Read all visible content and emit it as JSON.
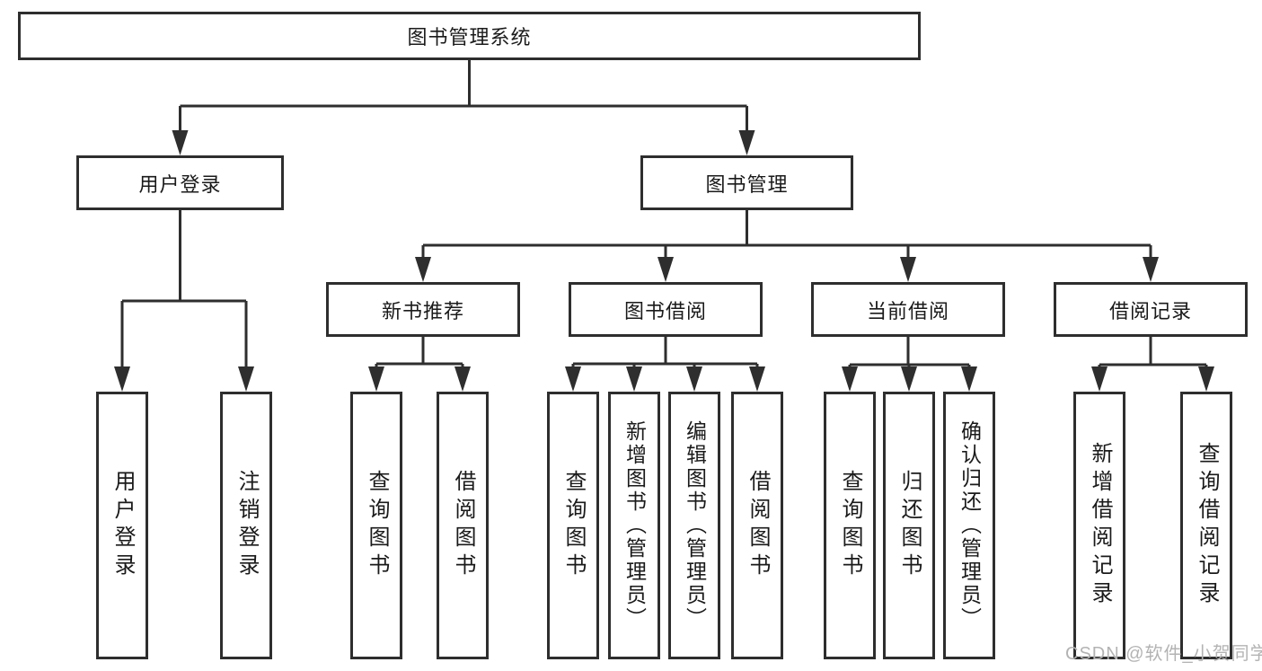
{
  "colors": {
    "line": "#2e2e2e",
    "box_border": "#2e2e2e",
    "box_fill": "#ffffff",
    "text": "#1a1a1a",
    "watermark": "#b3b3b3"
  },
  "watermark": {
    "text": "CSDN @软件_小贺同学"
  },
  "tree": {
    "root": {
      "label": "图书管理系统"
    },
    "branches": [
      {
        "label": "用户登录",
        "children": [
          {
            "label": "用户登录"
          },
          {
            "label": "注销登录"
          }
        ]
      },
      {
        "label": "图书管理",
        "children": [
          {
            "label": "新书推荐",
            "children": [
              {
                "label": "查询图书"
              },
              {
                "label": "借阅图书"
              }
            ]
          },
          {
            "label": "图书借阅",
            "children": [
              {
                "label": "查询图书"
              },
              {
                "label": "新增图书（管理员）"
              },
              {
                "label": "编辑图书（管理员）"
              },
              {
                "label": "借阅图书"
              }
            ]
          },
          {
            "label": "当前借阅",
            "children": [
              {
                "label": "查询图书"
              },
              {
                "label": "归还图书"
              },
              {
                "label": "确认归还（管理员）"
              }
            ]
          },
          {
            "label": "借阅记录",
            "children": [
              {
                "label": "新增借阅记录"
              },
              {
                "label": "查询借阅记录"
              }
            ]
          }
        ]
      }
    ]
  }
}
